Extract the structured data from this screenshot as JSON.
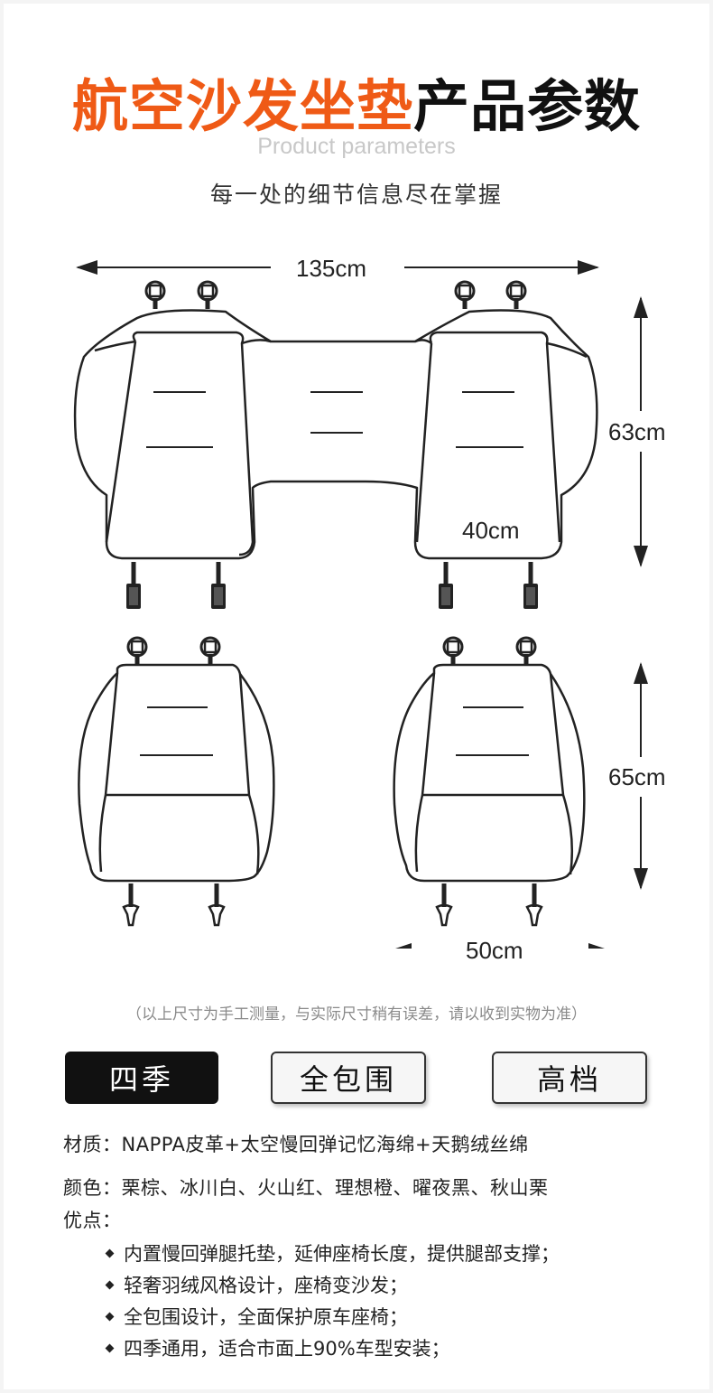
{
  "header": {
    "title_orange": "航空沙发坐垫",
    "title_black": "产品参数",
    "subtitle_en": "Product parameters",
    "tagline": "每一处的细节信息尽在掌握"
  },
  "dimensions": {
    "width_total": "135cm",
    "back_height": "63cm",
    "back_width": "40cm",
    "seat_height": "65cm",
    "seat_width": "50cm"
  },
  "note": "（以上尺寸为手工测量，与实际尺寸稍有误差，请以收到实物为准）",
  "badges": [
    {
      "label": "四季",
      "style": "dark"
    },
    {
      "label": "全包围",
      "style": "light"
    },
    {
      "label": "高档",
      "style": "light"
    }
  ],
  "specs": {
    "material": "材质：NAPPA皮革+太空慢回弹记忆海绵+天鹅绒丝绵",
    "color": "颜色：栗棕、冰川白、火山红、理想橙、曜夜黑、秋山栗",
    "advantages_label": "优点：",
    "advantages": [
      "内置慢回弹腿托垫，延伸座椅长度，提供腿部支撑；",
      "轻奢羽绒风格设计，座椅变沙发；",
      "全包围设计，全面保护原车座椅；",
      "四季通用，适合市面上90%车型安装；"
    ]
  },
  "colors": {
    "accent": "#ef5a16",
    "line": "#222222"
  }
}
